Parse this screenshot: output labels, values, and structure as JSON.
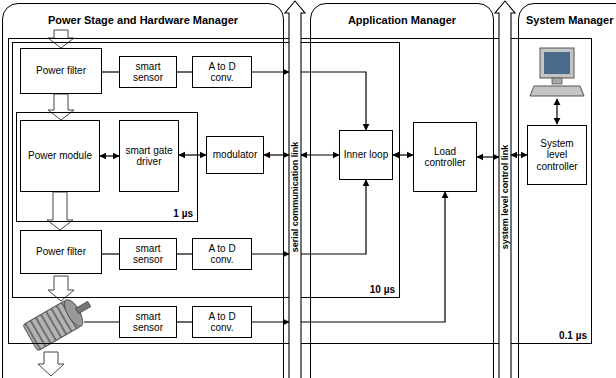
{
  "diagram": {
    "nodes": [
      {
        "text": [
          "Power Stage and Hardware Manager"
        ]
      },
      {
        "text": [
          "Application Manager"
        ]
      },
      {
        "text": [
          "System Manager"
        ]
      },
      {
        "text": [
          "serial communication link"
        ]
      },
      {
        "text": [
          "system level control link"
        ]
      },
      {
        "text": [
          "0.1 µs"
        ]
      },
      {
        "text": [
          "10 µs"
        ],
        "in": 5
      },
      {
        "text": [
          "1 µs"
        ],
        "in": 6
      },
      {
        "text": [
          "Power filter"
        ],
        "in": 6
      },
      {
        "text": [
          "smart sensor"
        ],
        "in": 6
      },
      {
        "text": [
          "A to D conv."
        ],
        "in": 6
      },
      {
        "text": [
          "Power module"
        ],
        "in": 7
      },
      {
        "text": [
          "smart gate driver"
        ],
        "in": 7
      },
      {
        "text": [
          "modulator"
        ],
        "in": 6
      },
      {
        "text": [
          "Inner loop"
        ],
        "in": 6
      },
      {
        "text": [
          "Power filter"
        ],
        "in": 6
      },
      {
        "text": [
          "smart sensor"
        ],
        "in": 6
      },
      {
        "text": [
          "A to D conv."
        ],
        "in": 6
      },
      {
        "text": [
          "smart sensor"
        ],
        "in": 5
      },
      {
        "text": [
          "A to D conv."
        ],
        "in": 5
      },
      {
        "text": [
          "Load controller"
        ],
        "in": 5
      },
      {
        "text": [
          "System level controller"
        ],
        "in": 5
      }
    ],
    "edges": [
      {
        "from": 8,
        "to": 9,
        "arrow": "none"
      },
      {
        "from": 9,
        "to": 10,
        "arrow": "none"
      },
      {
        "from": 10,
        "to": 3,
        "arrow": "to"
      },
      {
        "from": 3,
        "to": 14,
        "arrow": "to"
      },
      {
        "from": 8,
        "to": 11,
        "arrow": "to"
      },
      {
        "from": 11,
        "to": 12,
        "arrow": "both"
      },
      {
        "from": 12,
        "to": 13,
        "arrow": "both"
      },
      {
        "from": 13,
        "to": 3,
        "arrow": "both"
      },
      {
        "from": 3,
        "to": 14,
        "arrow": "both"
      },
      {
        "from": 11,
        "to": 15,
        "arrow": "to"
      },
      {
        "from": 15,
        "to": 16,
        "arrow": "none"
      },
      {
        "from": 16,
        "to": 17,
        "arrow": "none"
      },
      {
        "from": 17,
        "to": 3,
        "arrow": "to"
      },
      {
        "from": 3,
        "to": 14,
        "arrow": "to"
      },
      {
        "from": 18,
        "to": 19,
        "arrow": "none"
      },
      {
        "from": 19,
        "to": 3,
        "arrow": "to"
      },
      {
        "from": 3,
        "to": 20,
        "arrow": "to"
      },
      {
        "from": 14,
        "to": 20,
        "arrow": "both"
      },
      {
        "from": 20,
        "to": 4,
        "arrow": "both"
      },
      {
        "from": 4,
        "to": 21,
        "arrow": "both"
      }
    ]
  }
}
